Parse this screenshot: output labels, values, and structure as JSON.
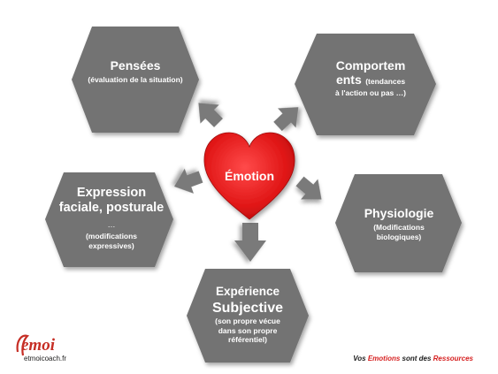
{
  "center": {
    "label": "Émotion",
    "color": "#e8191c"
  },
  "nodes": {
    "pensees": {
      "title": "Pensées",
      "subtitle": "(évaluation de la situation)"
    },
    "comportements": {
      "title_line1": "Comportem",
      "title_line2": "ents",
      "subtitle_inline": "(tendances",
      "subtitle_rest": "à l'action ou pas …)"
    },
    "expression": {
      "title": "Expression faciale, posturale",
      "ellipsis": "…",
      "subtitle": "(modifications expressives)"
    },
    "physiologie": {
      "title": "Physiologie",
      "subtitle": "(Modifications biologiques)"
    },
    "experience": {
      "title_line1": "Expérience",
      "title_line2": "Subjective",
      "subtitle": "(son propre vécue dans son propre référentiel)"
    }
  },
  "logo": {
    "word": "emoi",
    "domain": "etmoicoach.fr"
  },
  "tagline": {
    "part1": "Vos ",
    "part2": "Emotions",
    "part3": " sont des ",
    "part4": "Ressources"
  },
  "colors": {
    "hexagon": "#737373",
    "arrow": "#7a7a7a",
    "heart": "#e8191c",
    "accent_red": "#d62020"
  }
}
